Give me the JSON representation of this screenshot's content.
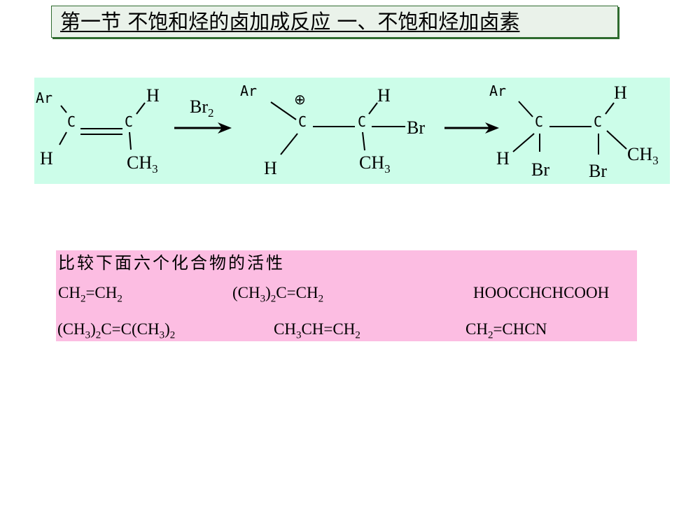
{
  "title": "第一节 不饱和烃的卤加成反应   一、不饱和烃加卤素",
  "scheme": {
    "labels": {
      "ar": "Ar",
      "h": "H",
      "c": "C",
      "ch": "CH",
      "three": "3",
      "br": "Br",
      "two": "2",
      "plus": "⊕"
    }
  },
  "comparison": {
    "heading": "比较下面六个化合物的活性",
    "compounds": [
      {
        "pre": "CH",
        "s1": "2",
        "mid": "=CH",
        "s2": "2",
        "mid2": "",
        "s3": "",
        "post": ""
      },
      {
        "pre": "(CH",
        "s1": "3",
        "mid": ")",
        "s2": "2",
        "mid2": "C=CH",
        "s3": "2",
        "post": ""
      },
      {
        "pre": "HOOCCHCHCOOH",
        "s1": "",
        "mid": "",
        "s2": "",
        "mid2": "",
        "s3": "",
        "post": ""
      },
      {
        "pre": "(CH",
        "s1": "3",
        "mid": ")",
        "s2": "2",
        "mid2": "C=C(CH",
        "s3": "3",
        "post": ")",
        "s4": "2"
      },
      {
        "pre": "CH",
        "s1": "3",
        "mid": "CH=CH",
        "s2": "2",
        "mid2": "",
        "s3": "",
        "post": ""
      },
      {
        "pre": "CH",
        "s1": "2",
        "mid": "=CHCN",
        "s2": "",
        "mid2": "",
        "s3": "",
        "post": ""
      }
    ]
  }
}
